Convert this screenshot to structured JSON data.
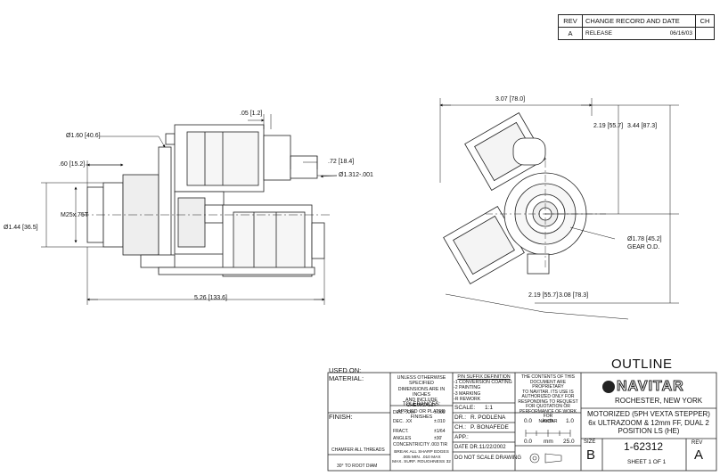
{
  "revision_block": {
    "headers": {
      "rev": "REV",
      "change": "CHANGE RECORD AND DATE",
      "ch": "CH"
    },
    "rows": [
      {
        "rev": "A",
        "change": "RELEASE",
        "date": "06/16/03",
        "ch": ""
      }
    ]
  },
  "side_view": {
    "dim_flange_dia": "Ø1.60 [40.6]",
    "dim_tab": ".05 [1.2]",
    "dim_thread_len": ".60 [15.2]",
    "dim_thread": "M25x.75T",
    "dim_front_dia": "Ø1.44 [36.5]",
    "dim_rear_len": ".72 [18.4]",
    "dim_rear_dia": "Ø1.312-.001",
    "dim_overall_len": "5.26 [133.6]"
  },
  "end_view": {
    "dim_width": "3.07 [78.0]",
    "dim_height_a": "2.19 [55.7]",
    "dim_height_b": "3.44 [87.3]",
    "dim_gear": "Ø1.78 [45.2]",
    "gear_label": "GEAR O.D.",
    "dim_lower_a": "2.19 [55.7]",
    "dim_lower_b": "3.08 [78.3]"
  },
  "title_block": {
    "title": "OUTLINE",
    "used_on": "USED ON:",
    "material": "MATERIAL:",
    "finish": "FINISH:",
    "notes_general": [
      "UNLESS OTHERWISE",
      "SPECIFIED",
      "DIMENSIONS ARE IN INCHES",
      "AND INCLUDE CHEMICALLY",
      "APPLIED OR PLATED FINISHES"
    ],
    "tolerances_title": "TOLERANCES:",
    "tolerances": [
      {
        "label": "DEC. .XXX",
        "value": "±.005"
      },
      {
        "label": "DEC. .XX",
        "value": "±.010"
      },
      {
        "label": "FRACT.",
        "value": "±1/64"
      },
      {
        "label": "ANGLES",
        "value": "±30'"
      },
      {
        "label": "CONCENTRICITY",
        "value": ".003 TIR"
      }
    ],
    "edges_note": [
      "BREAK ALL SHARP EDGES",
      ".005 MIN. .010 MAX"
    ],
    "roughness": "MAX. SURF. ROUGHNESS",
    "roughness_value": "32",
    "chamfer": [
      "CHAMFER ALL THREADS",
      "30° TO ROOT DIAM"
    ],
    "suffix_title": "P/N SUFFIX DEFINITION",
    "suffix_items": [
      "-1 CONVERSION COATING",
      "-2 PAINTING",
      "-3 MARKING",
      "-R REWORK"
    ],
    "scale_label": "SCALE:",
    "scale_value": "1:1",
    "dr_label": "DR.:",
    "dr_value": "R. PODLENA",
    "ch_label": "CH.:",
    "ch_value": "P. BONAFEDE",
    "app_label": "APP.:",
    "date_label": "DATE DR.:",
    "date_value": "11/22/2002",
    "do_not_scale": "DO NOT SCALE DRAWING",
    "proprietary": [
      "THE CONTENTS OF THIS",
      "DOCUMENT ARE PROPRIETARY",
      "TO NAVITAR. ITS USE IS",
      "AUTHORIZED ONLY FOR",
      "RESPONDING TO REQUEST",
      "FOR QUOTATION OR",
      "PERFORMANCE OF WORK FOR",
      "NAVITAR"
    ],
    "scale_bar": {
      "top_left": "0.0",
      "top_mid": "inch",
      "top_right": "1.0",
      "bot_left": "0.0",
      "bot_mid": "mm",
      "bot_right": "25.0"
    },
    "company": "NAVITAR",
    "location": "ROCHESTER, NEW YORK",
    "description": [
      "MOTORIZED (5PH VEXTA STEPPER)",
      "6x ULTRAZOOM & 12mm FF, DUAL 2",
      "POSITION LS (HE)"
    ],
    "size_label": "SIZE",
    "size_value": "B",
    "drawing_number": "1-62312",
    "rev_label": "REV",
    "rev_value": "A",
    "sheet": "SHEET 1 OF 1"
  }
}
